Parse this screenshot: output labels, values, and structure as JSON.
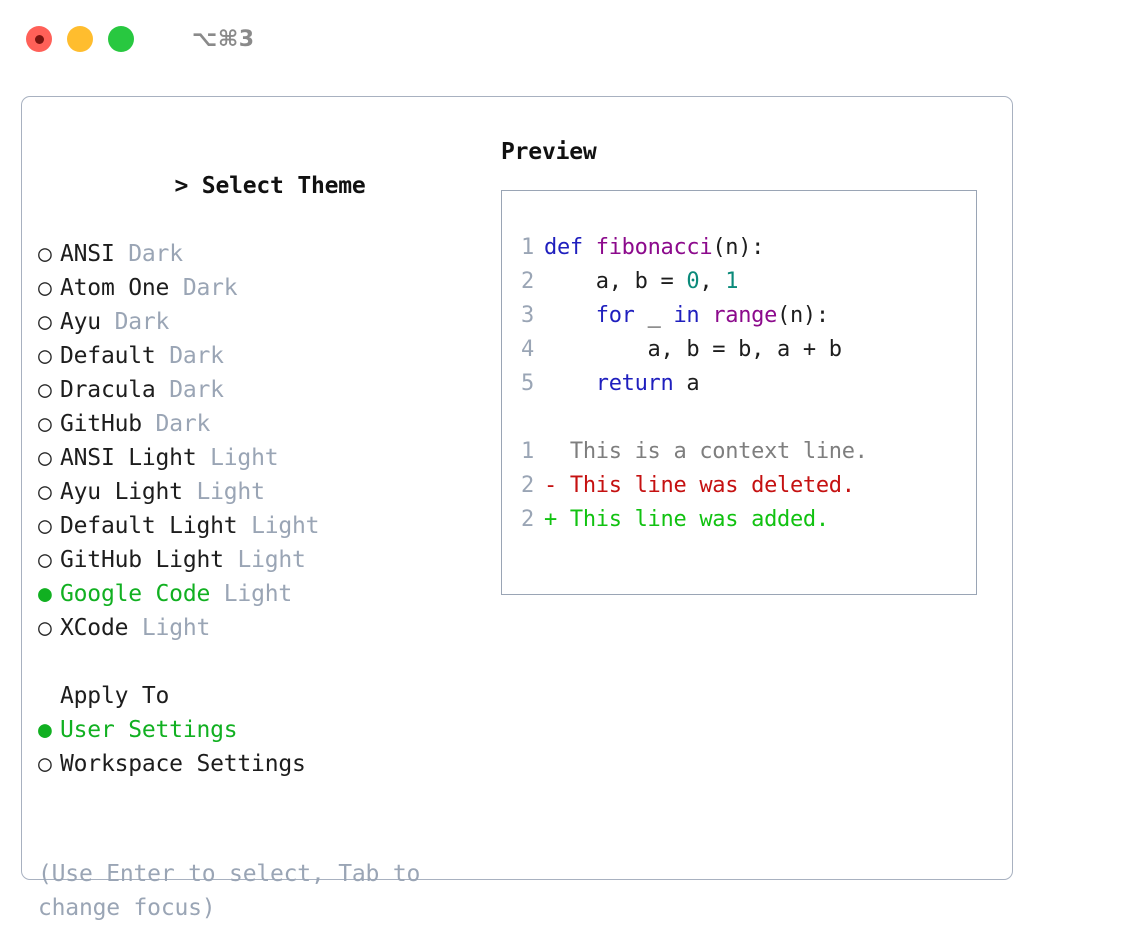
{
  "window": {
    "shortcut_label": "⌥⌘3",
    "traffic_lights": [
      "close-button",
      "minimize-button",
      "zoom-button"
    ]
  },
  "theme_picker": {
    "heading": "> Select Theme",
    "heading_caret": ">",
    "heading_text": "Select Theme",
    "bullet_unselected": "○",
    "bullet_selected": "●",
    "items": [
      {
        "name": "ANSI",
        "variant": "Dark",
        "selected": false
      },
      {
        "name": "Atom One",
        "variant": "Dark",
        "selected": false
      },
      {
        "name": "Ayu",
        "variant": "Dark",
        "selected": false
      },
      {
        "name": "Default",
        "variant": "Dark",
        "selected": false
      },
      {
        "name": "Dracula",
        "variant": "Dark",
        "selected": false
      },
      {
        "name": "GitHub",
        "variant": "Dark",
        "selected": false
      },
      {
        "name": "ANSI Light",
        "variant": "Light",
        "selected": false
      },
      {
        "name": "Ayu Light",
        "variant": "Light",
        "selected": false
      },
      {
        "name": "Default Light",
        "variant": "Light",
        "selected": false
      },
      {
        "name": "GitHub Light",
        "variant": "Light",
        "selected": false
      },
      {
        "name": "Google Code",
        "variant": "Light",
        "selected": true
      },
      {
        "name": "XCode",
        "variant": "Light",
        "selected": false
      }
    ]
  },
  "apply_to": {
    "heading": "Apply To",
    "items": [
      {
        "name": "User Settings",
        "selected": true
      },
      {
        "name": "Workspace Settings",
        "selected": false
      }
    ]
  },
  "hint": "(Use Enter to select, Tab to change focus)",
  "preview": {
    "heading": "Preview",
    "code_lines": [
      {
        "num": "1",
        "tokens": [
          {
            "t": "def",
            "c": "tok-kw"
          },
          {
            "t": " ",
            "c": "tok-plain"
          },
          {
            "t": "fibonacci",
            "c": "tok-fn"
          },
          {
            "t": "(n):",
            "c": "tok-punct"
          }
        ]
      },
      {
        "num": "2",
        "tokens": [
          {
            "t": "    a, b = ",
            "c": "tok-plain"
          },
          {
            "t": "0",
            "c": "tok-num"
          },
          {
            "t": ", ",
            "c": "tok-plain"
          },
          {
            "t": "1",
            "c": "tok-num"
          }
        ]
      },
      {
        "num": "3",
        "tokens": [
          {
            "t": "    ",
            "c": "tok-plain"
          },
          {
            "t": "for",
            "c": "tok-kw"
          },
          {
            "t": " _ ",
            "c": "tok-plain"
          },
          {
            "t": "in",
            "c": "tok-kw"
          },
          {
            "t": " ",
            "c": "tok-plain"
          },
          {
            "t": "range",
            "c": "tok-fn"
          },
          {
            "t": "(n):",
            "c": "tok-punct"
          }
        ]
      },
      {
        "num": "4",
        "tokens": [
          {
            "t": "        a, b = b, a + b",
            "c": "tok-plain"
          }
        ]
      },
      {
        "num": "5",
        "tokens": [
          {
            "t": "    ",
            "c": "tok-plain"
          },
          {
            "t": "return",
            "c": "tok-kw"
          },
          {
            "t": " a",
            "c": "tok-plain"
          }
        ]
      }
    ],
    "diff_lines": [
      {
        "num": "1",
        "text": "  This is a context line.",
        "kind": "diff-context"
      },
      {
        "num": "2",
        "text": "- This line was deleted.",
        "kind": "diff-del"
      },
      {
        "num": "2",
        "text": "+ This line was added.",
        "kind": "diff-add"
      }
    ]
  },
  "colors": {
    "accent_green": "#11b021",
    "muted": "#9aa5b5",
    "border": "#a8b1c0",
    "keyword": "#1f1fbe",
    "function": "#8c0a8c",
    "number": "#0b8a7a",
    "diff_add": "#11c211",
    "diff_del": "#c51111"
  }
}
